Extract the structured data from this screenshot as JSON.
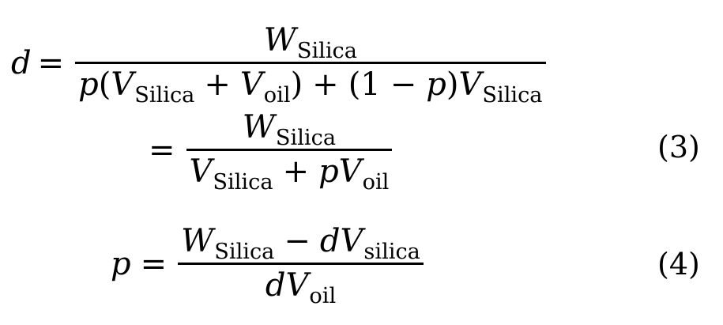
{
  "equation_3": {
    "lhs_var": "d",
    "eq_sign": "=",
    "line1": {
      "num_var": "W",
      "num_sub": "Silica",
      "den_p": "p",
      "den_paren_open": "(",
      "den_v1": "V",
      "den_v1_sub": "Silica",
      "den_plus": "+",
      "den_v2": "V",
      "den_v2_sub": "oil",
      "den_paren_close": ")",
      "den_plus2": "+",
      "den_one_minus_open": "(1",
      "den_minus": "−",
      "den_p2": "p",
      "den_close2": ")",
      "den_v3": "V",
      "den_v3_sub": "Silica"
    },
    "line2": {
      "eq_sign": "=",
      "num_var": "W",
      "num_sub": "Silica",
      "den_v1": "V",
      "den_v1_sub": "Silica",
      "den_plus": "+",
      "den_p": "p",
      "den_v2": "V",
      "den_v2_sub": "oil"
    },
    "number": "(3)"
  },
  "equation_4": {
    "lhs_var": "p",
    "eq_sign": "=",
    "num_w": "W",
    "num_w_sub": "Silica",
    "num_minus": "−",
    "num_d": "d",
    "num_v": "V",
    "num_v_sub": "silica",
    "den_d": "d",
    "den_v": "V",
    "den_v_sub": "oil",
    "number": "(4)"
  }
}
